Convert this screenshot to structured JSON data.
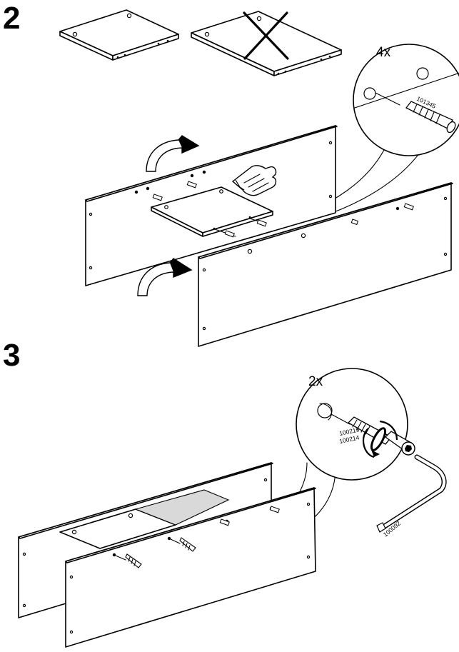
{
  "steps": [
    {
      "number": "2",
      "callout": {
        "quantity": "4x",
        "part_number": "101345"
      }
    },
    {
      "number": "3",
      "callout": {
        "quantity": "2x",
        "part_numbers": [
          "100219",
          "100214"
        ]
      },
      "tool": {
        "part_number": "100092"
      }
    }
  ],
  "icons": [
    "correct-orientation-board",
    "incorrect-orientation-board",
    "cross-mark",
    "rotate-arrow",
    "pressing-hand",
    "wooden-dowel",
    "cam-lock-bolt",
    "allen-key"
  ]
}
